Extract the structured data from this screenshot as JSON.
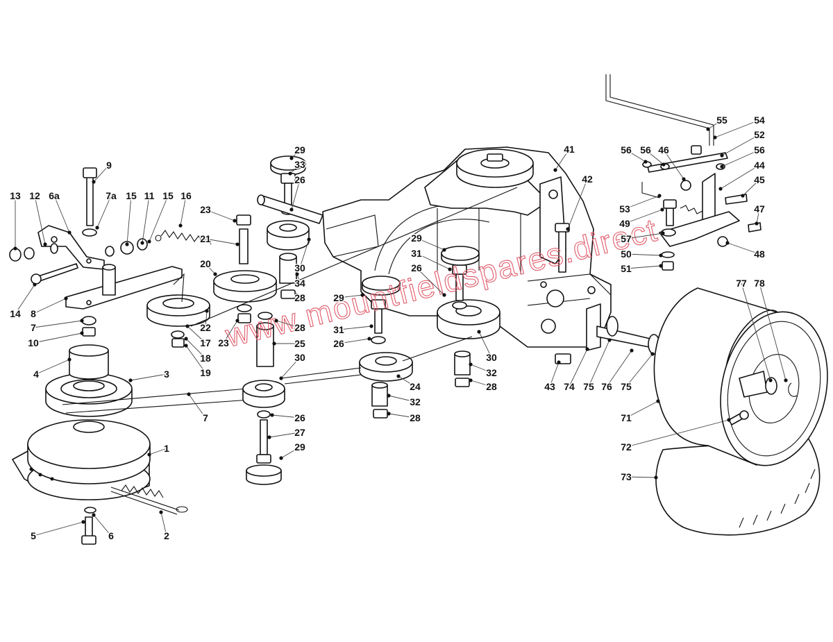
{
  "watermark": "www.mountfieldspares.direct",
  "callouts": [
    {
      "id": "c1",
      "n": "1"
    },
    {
      "id": "c2",
      "n": "2"
    },
    {
      "id": "c3",
      "n": "3"
    },
    {
      "id": "c4",
      "n": "4"
    },
    {
      "id": "c5",
      "n": "5"
    },
    {
      "id": "c6",
      "n": "6"
    },
    {
      "id": "c6a",
      "n": "6a"
    },
    {
      "id": "c7a",
      "n": "7"
    },
    {
      "id": "c7b",
      "n": "7"
    },
    {
      "id": "c7c",
      "n": "7a"
    },
    {
      "id": "c8",
      "n": "8"
    },
    {
      "id": "c9",
      "n": "9"
    },
    {
      "id": "c10",
      "n": "10"
    },
    {
      "id": "c11",
      "n": "11"
    },
    {
      "id": "c12",
      "n": "12"
    },
    {
      "id": "c13",
      "n": "13"
    },
    {
      "id": "c14",
      "n": "14"
    },
    {
      "id": "c15a",
      "n": "15"
    },
    {
      "id": "c15b",
      "n": "15"
    },
    {
      "id": "c16",
      "n": "16"
    },
    {
      "id": "c17",
      "n": "17"
    },
    {
      "id": "c18",
      "n": "18"
    },
    {
      "id": "c19",
      "n": "19"
    },
    {
      "id": "c20",
      "n": "20"
    },
    {
      "id": "c21",
      "n": "21"
    },
    {
      "id": "c22",
      "n": "22"
    },
    {
      "id": "c23a",
      "n": "23"
    },
    {
      "id": "c23b",
      "n": "23"
    },
    {
      "id": "c24",
      "n": "24"
    },
    {
      "id": "c25",
      "n": "25"
    },
    {
      "id": "c26a",
      "n": "26"
    },
    {
      "id": "c26b",
      "n": "26"
    },
    {
      "id": "c26c",
      "n": "26"
    },
    {
      "id": "c26d",
      "n": "26"
    },
    {
      "id": "c27",
      "n": "27"
    },
    {
      "id": "c28a",
      "n": "28"
    },
    {
      "id": "c28b",
      "n": "28"
    },
    {
      "id": "c28c",
      "n": "28"
    },
    {
      "id": "c28d",
      "n": "28"
    },
    {
      "id": "c29a",
      "n": "29"
    },
    {
      "id": "c29b",
      "n": "29"
    },
    {
      "id": "c29c",
      "n": "29"
    },
    {
      "id": "c29d",
      "n": "29"
    },
    {
      "id": "c30a",
      "n": "30"
    },
    {
      "id": "c30b",
      "n": "30"
    },
    {
      "id": "c30c",
      "n": "30"
    },
    {
      "id": "c31a",
      "n": "31"
    },
    {
      "id": "c31b",
      "n": "31"
    },
    {
      "id": "c32a",
      "n": "32"
    },
    {
      "id": "c32b",
      "n": "32"
    },
    {
      "id": "c33",
      "n": "33"
    },
    {
      "id": "c34",
      "n": "34"
    },
    {
      "id": "c41",
      "n": "41"
    },
    {
      "id": "c42",
      "n": "42"
    },
    {
      "id": "c43",
      "n": "43"
    },
    {
      "id": "c44",
      "n": "44"
    },
    {
      "id": "c45",
      "n": "45"
    },
    {
      "id": "c46",
      "n": "46"
    },
    {
      "id": "c47",
      "n": "47"
    },
    {
      "id": "c48",
      "n": "48"
    },
    {
      "id": "c49",
      "n": "49"
    },
    {
      "id": "c50",
      "n": "50"
    },
    {
      "id": "c51",
      "n": "51"
    },
    {
      "id": "c52",
      "n": "52"
    },
    {
      "id": "c53",
      "n": "53"
    },
    {
      "id": "c54",
      "n": "54"
    },
    {
      "id": "c55",
      "n": "55"
    },
    {
      "id": "c56a",
      "n": "56"
    },
    {
      "id": "c56b",
      "n": "56"
    },
    {
      "id": "c56c",
      "n": "56"
    },
    {
      "id": "c57",
      "n": "57"
    },
    {
      "id": "c71",
      "n": "71"
    },
    {
      "id": "c72",
      "n": "72"
    },
    {
      "id": "c73",
      "n": "73"
    },
    {
      "id": "c74",
      "n": "74"
    },
    {
      "id": "c75a",
      "n": "75"
    },
    {
      "id": "c75b",
      "n": "75"
    },
    {
      "id": "c76",
      "n": "76"
    },
    {
      "id": "c77",
      "n": "77"
    },
    {
      "id": "c78",
      "n": "78"
    }
  ]
}
